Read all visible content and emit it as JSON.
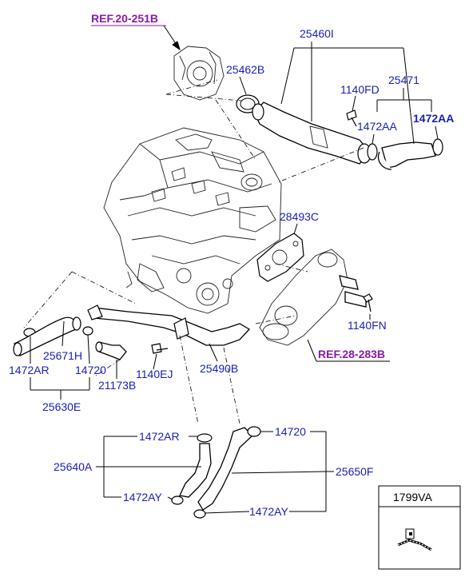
{
  "refs": {
    "top": "REF.20-251B",
    "right": "REF.28-283B"
  },
  "labels": {
    "p25460I": "25460I",
    "p25462B": "25462B",
    "p25471": "25471",
    "p1140FD": "1140FD",
    "p1472AA_a": "1472AA",
    "p1472AA_b": "1472AA",
    "p28493C": "28493C",
    "p1140FN": "1140FN",
    "p25671H": "25671H",
    "p1472AR_left": "1472AR",
    "p14720_left": "14720",
    "p21173B": "21173B",
    "p25630E": "25630E",
    "p1140EJ": "1140EJ",
    "p25490B": "25490B",
    "p1472AR_bottom": "1472AR",
    "p14720_bottom": "14720",
    "p25640A": "25640A",
    "p25650F": "25650F",
    "p1472AY_left": "1472AY",
    "p1472AY_right": "1472AY",
    "p1799VA": "1799VA"
  },
  "colors": {
    "label": "#1a22b5",
    "ref": "#8a1aa8"
  }
}
